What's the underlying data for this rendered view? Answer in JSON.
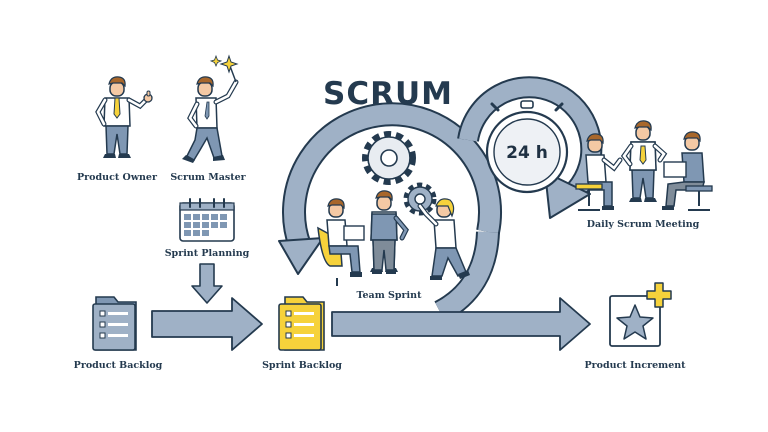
{
  "title": "SCRUM",
  "clock_text": "24 h",
  "roles": {
    "product_owner": "Product Owner",
    "scrum_master": "Scrum Master"
  },
  "artifacts": {
    "product_backlog": "Product Backlog",
    "sprint_planning": "Sprint Planning",
    "sprint_backlog": "Sprint Backlog",
    "team_sprint": "Team Sprint",
    "daily_scrum": "Daily Scrum Meeting",
    "product_increment": "Product Increment"
  },
  "colors": {
    "outline": "#243a4f",
    "arrow_fill": "#9fb1c6",
    "arrow_shadow": "#7f93aa",
    "accent_yellow": "#f6d23b",
    "shirt_blue": "#7f97b3",
    "skin": "#f4c9a4",
    "hair": "#a8672b"
  }
}
